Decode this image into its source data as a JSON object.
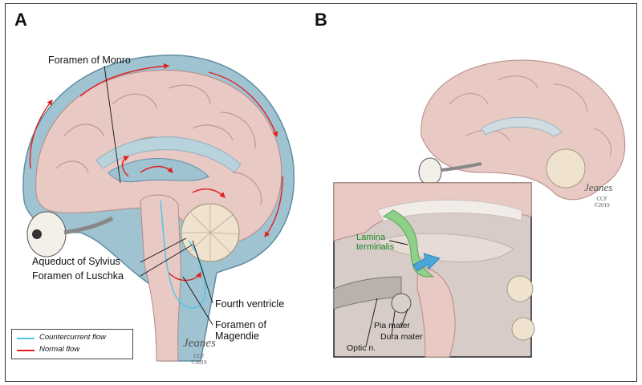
{
  "panels": {
    "a": {
      "letter": "A"
    },
    "b": {
      "letter": "B"
    }
  },
  "labels_a": {
    "foramen_monro": "Foramen of Monro",
    "aqueduct_sylvius": "Aqueduct of Sylvius",
    "foramen_luschka": "Foramen of Luschka",
    "fourth_ventricle": "Fourth ventricle",
    "foramen_magendie_line1": "Foramen of",
    "foramen_magendie_line2": "Magendie"
  },
  "labels_b": {
    "lamina_line1": "Lamina",
    "lamina_line2": "terminalis",
    "pia_mater": "Pia mater",
    "dura_mater": "Dura mater",
    "optic_nerve": "Optic n."
  },
  "legend": {
    "countercurrent": "Countercurrent flow",
    "normal": "Normal flow",
    "countercurrent_color": "#4fc8e8",
    "normal_color": "#e02020"
  },
  "signature": {
    "a_line1": "CCF",
    "a_line2": "©2019",
    "b_line1": "CCF",
    "b_line2": "©2019"
  },
  "colors": {
    "brain": "#e8c9c4",
    "brain_dark": "#c9a39e",
    "csf": "#9fc3d0",
    "csf_dark": "#5f8fa3",
    "green": "#8fd18a",
    "arrow_blue": "#4aa6d8"
  }
}
